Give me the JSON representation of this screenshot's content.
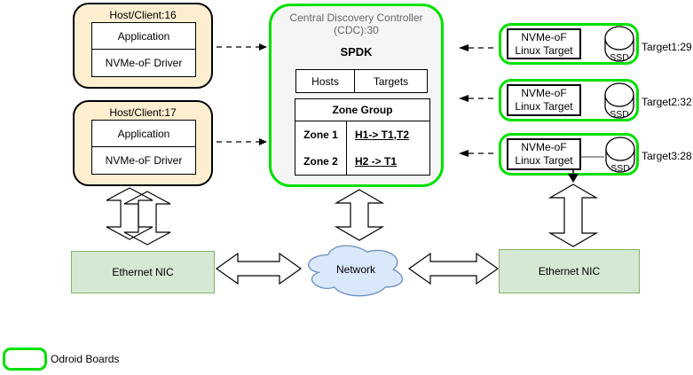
{
  "diagram": {
    "hosts": [
      {
        "title": "Host/Client:16",
        "rows": [
          "Application",
          "NVMe-oF Driver"
        ]
      },
      {
        "title": "Host/Client:17",
        "rows": [
          "Application",
          "NVMe-oF Driver"
        ]
      }
    ],
    "cdc": {
      "title_line1": "Central Discovery Controller",
      "title_line2": "(CDC):30",
      "subtitle": "SPDK",
      "hosts_targets_table": {
        "columns": [
          "Hosts",
          "Targets"
        ]
      },
      "zone_table": {
        "header": "Zone Group",
        "rows": [
          {
            "zone": "Zone 1",
            "mapping": "H1-> T1,T2"
          },
          {
            "zone": "Zone 2",
            "mapping": "H2 -> T1"
          }
        ]
      }
    },
    "targets": [
      {
        "line1": "NVMe-oF",
        "line2": "Linux Target",
        "ssd_label": "SSD",
        "external_label": "Target1:29"
      },
      {
        "line1": "NVMe-oF",
        "line2": "Linux Target",
        "ssd_label": "SSD",
        "external_label": "Target2:32"
      },
      {
        "line1": "NVMe-oF",
        "line2": "Linux Target",
        "ssd_label": "SSD",
        "external_label": "Target3:28"
      }
    ],
    "nics": [
      {
        "label": "Ethernet NIC"
      },
      {
        "label": "Ethernet NIC"
      }
    ],
    "network": {
      "label": "Network"
    },
    "legend": {
      "label": "Odroid Boards"
    },
    "colors": {
      "board_green": "#00e000",
      "host_fill": "#fceecf",
      "cdc_fill": "#f5f5f5",
      "cdc_title_text": "#666666",
      "nic_fill": "#d5e8d4",
      "nic_border": "#82b366",
      "cloud_fill": "#dae8fc",
      "cloud_border": "#6c8ebf"
    }
  }
}
